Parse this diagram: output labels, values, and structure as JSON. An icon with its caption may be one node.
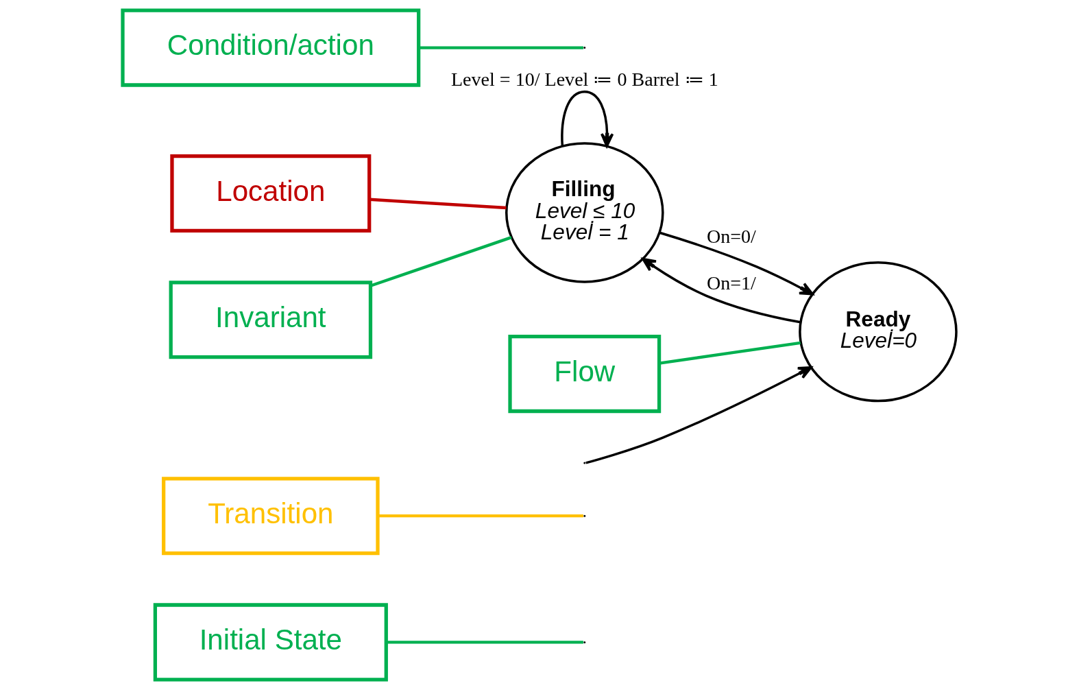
{
  "diagram": {
    "nodes": [
      {
        "text": [
          "Initial State"
        ]
      },
      {
        "text": [
          "Transition"
        ]
      },
      {
        "text": [
          "Location"
        ]
      },
      {
        "text": [
          "Invariant"
        ]
      },
      {
        "text": [
          "Ready",
          "Level̇=0"
        ]
      },
      {
        "text": [
          "Filling",
          "Level ≤ 10",
          "Level̇ = 1"
        ]
      },
      {
        "text": [
          "Flow"
        ]
      },
      {
        "text": [
          "Condition/action"
        ]
      }
    ],
    "edges": [
      {
        "from": null,
        "to": 4,
        "arrow": "to"
      },
      {
        "from": 4,
        "to": 5,
        "arrow": "to",
        "label": "On=1/"
      },
      {
        "from": 5,
        "to": 4,
        "arrow": "to",
        "label": "On=0/"
      },
      {
        "from": 5,
        "to": 5,
        "arrow": "to",
        "label": "Level = 10/ Level ≔ 0 Barrel ≔ 1"
      },
      {
        "from": 0,
        "to": null,
        "arrow": "none",
        "color": "#00b050"
      },
      {
        "from": 1,
        "to": null,
        "arrow": "none",
        "color": "#ffc000"
      },
      {
        "from": 2,
        "to": 5,
        "arrow": "none",
        "color": "#c00000"
      },
      {
        "from": 3,
        "to": 5,
        "arrow": "none",
        "color": "#00b050"
      },
      {
        "from": 6,
        "to": 4,
        "arrow": "none",
        "color": "#00b050"
      },
      {
        "from": 7,
        "to": null,
        "arrow": "none",
        "color": "#00b050"
      }
    ]
  }
}
